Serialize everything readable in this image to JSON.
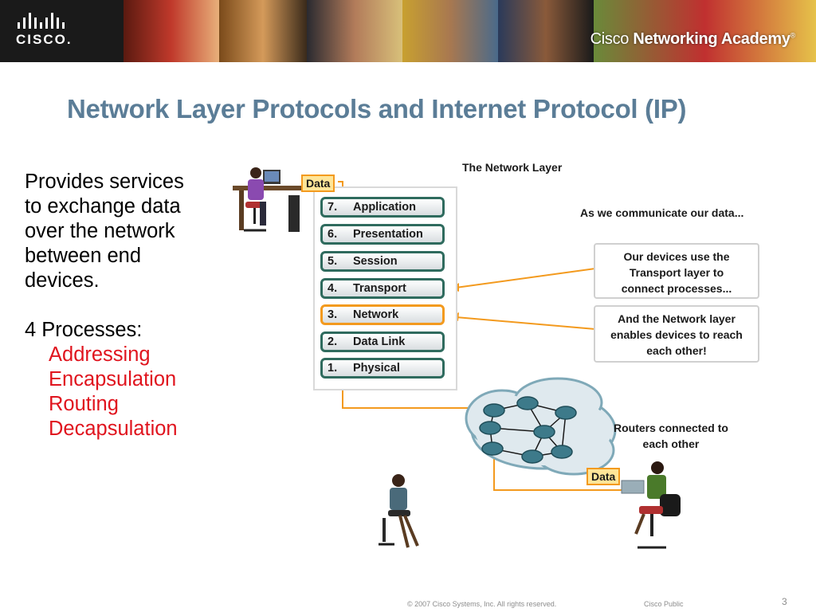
{
  "header": {
    "logo_text": "CISCO.",
    "academy_part1": "Cisco",
    "academy_part2": "Networking Academy",
    "academy_mark": "®"
  },
  "slide": {
    "title": "Network Layer Protocols and Internet Protocol (IP)",
    "body_lines": [
      "Provides services",
      "to exchange data",
      "over the network",
      "between end",
      "devices."
    ],
    "processes_heading": "4 Processes:",
    "processes": [
      "Addressing",
      "Encapsulation",
      "Routing",
      "Decapsulation"
    ]
  },
  "diagram": {
    "heading": "The Network Layer",
    "data_label_top": "Data",
    "data_label_bottom": "Data",
    "layers": [
      {
        "num": "7.",
        "name": "Application"
      },
      {
        "num": "6.",
        "name": "Presentation"
      },
      {
        "num": "5.",
        "name": "Session"
      },
      {
        "num": "4.",
        "name": "Transport"
      },
      {
        "num": "3.",
        "name": "Network"
      },
      {
        "num": "2.",
        "name": "Data Link"
      },
      {
        "num": "1.",
        "name": "Physical"
      }
    ],
    "active_layer": "Network",
    "intro_text": "As we communicate our data...",
    "callout_transport": [
      "Our devices use the",
      "Transport layer to",
      "connect processes..."
    ],
    "callout_network": [
      "And the Network layer",
      "enables devices to reach",
      "each other!"
    ],
    "routers_caption": [
      "Routers connected to",
      "each other"
    ]
  },
  "footer": {
    "copyright": "© 2007 Cisco Systems, Inc. All rights reserved.",
    "classification": "Cisco Public",
    "page_number": "3"
  },
  "colors": {
    "title": "#5b7d97",
    "process_text": "#e0141e",
    "layer_border": "#2f6b5e",
    "highlight": "#f39a1e",
    "data_fill": "#ffe598"
  }
}
